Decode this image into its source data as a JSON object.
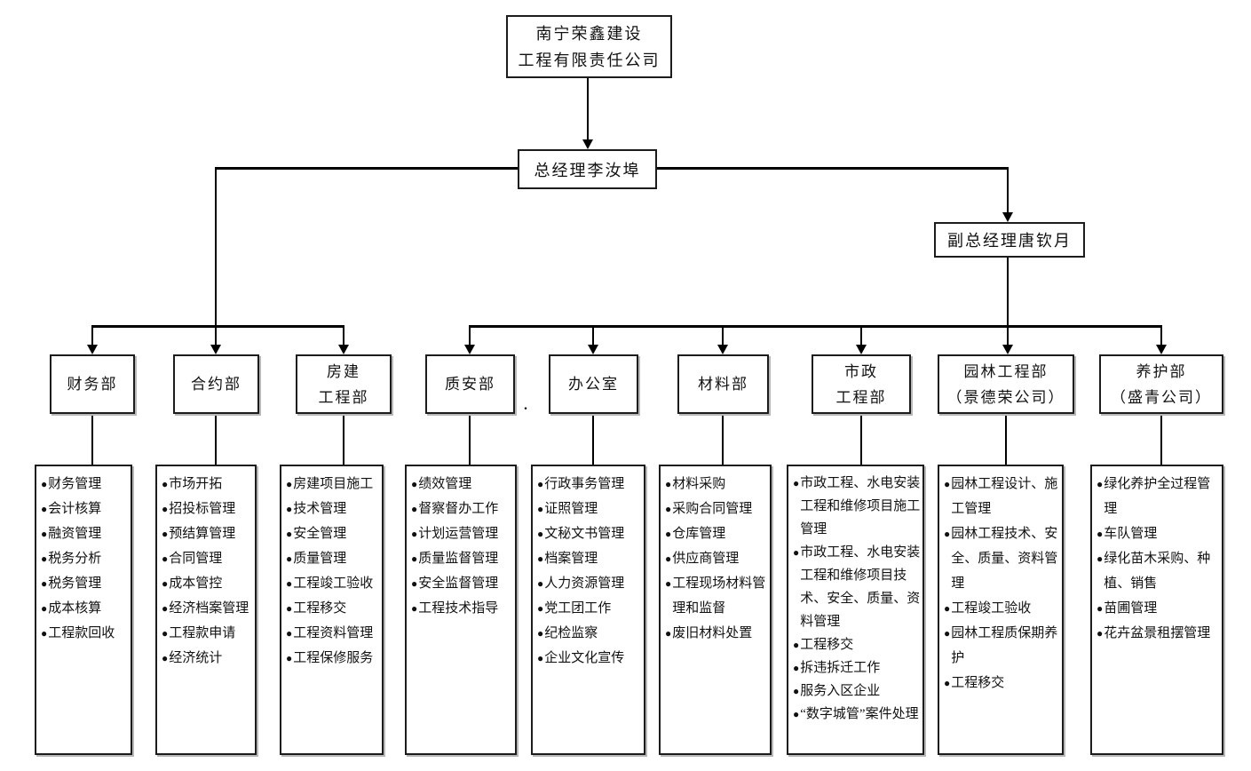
{
  "company": {
    "name_lines": [
      "南宁荣鑫建设",
      "工程有限责任公司"
    ]
  },
  "general_manager": "总经理李汝埠",
  "deputy_general_manager": "副总经理唐钦月",
  "bullet": "●",
  "stray_dot": ".",
  "departments": [
    {
      "name_lines": [
        "财务部"
      ],
      "items": [
        "财务管理",
        "会计核算",
        "融资管理",
        "税务分析",
        "税务管理",
        "成本核算",
        "工程款回收"
      ]
    },
    {
      "name_lines": [
        "合约部"
      ],
      "items": [
        "市场开拓",
        "招投标管理",
        "预结算管理",
        "合同管理",
        "成本管控",
        "经济档案管理",
        "工程款申请",
        "经济统计"
      ]
    },
    {
      "name_lines": [
        "房建",
        "工程部"
      ],
      "items": [
        "房建项目施工",
        "技术管理",
        "安全管理",
        "质量管理",
        "工程竣工验收",
        "工程移交",
        "工程资料管理",
        "工程保修服务"
      ]
    },
    {
      "name_lines": [
        "质安部"
      ],
      "items": [
        "绩效管理",
        "督察督办工作",
        "计划运营管理",
        "质量监督管理",
        "安全监督管理",
        "工程技术指导"
      ]
    },
    {
      "name_lines": [
        "办公室"
      ],
      "items": [
        "行政事务管理",
        "证照管理",
        "文秘文书管理",
        "档案管理",
        "人力资源管理",
        "党工团工作",
        "纪检监察",
        "企业文化宣传"
      ]
    },
    {
      "name_lines": [
        "材料部"
      ],
      "items": [
        "材料采购",
        "采购合同管理",
        "仓库管理",
        "供应商管理",
        "工程现场材料管理和监督",
        "废旧材料处置"
      ]
    },
    {
      "name_lines": [
        "市政",
        "工程部"
      ],
      "items": [
        "市政工程、水电安装工程和维修项目施工管理",
        "市政工程、水电安装工程和维修项目技术、安全、质量、资料管理",
        "工程移交",
        "拆违拆迁工作",
        "服务入区企业",
        "“数字城管”案件处理"
      ]
    },
    {
      "name_lines": [
        "园林工程部",
        "（景德荣公司）"
      ],
      "items": [
        "园林工程设计、施工管理",
        "园林工程技术、安全、质量、资料管理",
        "工程竣工验收",
        "园林工程质保期养护",
        "工程移交"
      ]
    },
    {
      "name_lines": [
        "养护部",
        "（盛青公司）"
      ],
      "items": [
        "绿化养护全过程管理",
        "车队管理",
        "绿化苗木采购、种植、销售",
        "苗圃管理",
        "花卉盆景租摆管理"
      ]
    }
  ]
}
